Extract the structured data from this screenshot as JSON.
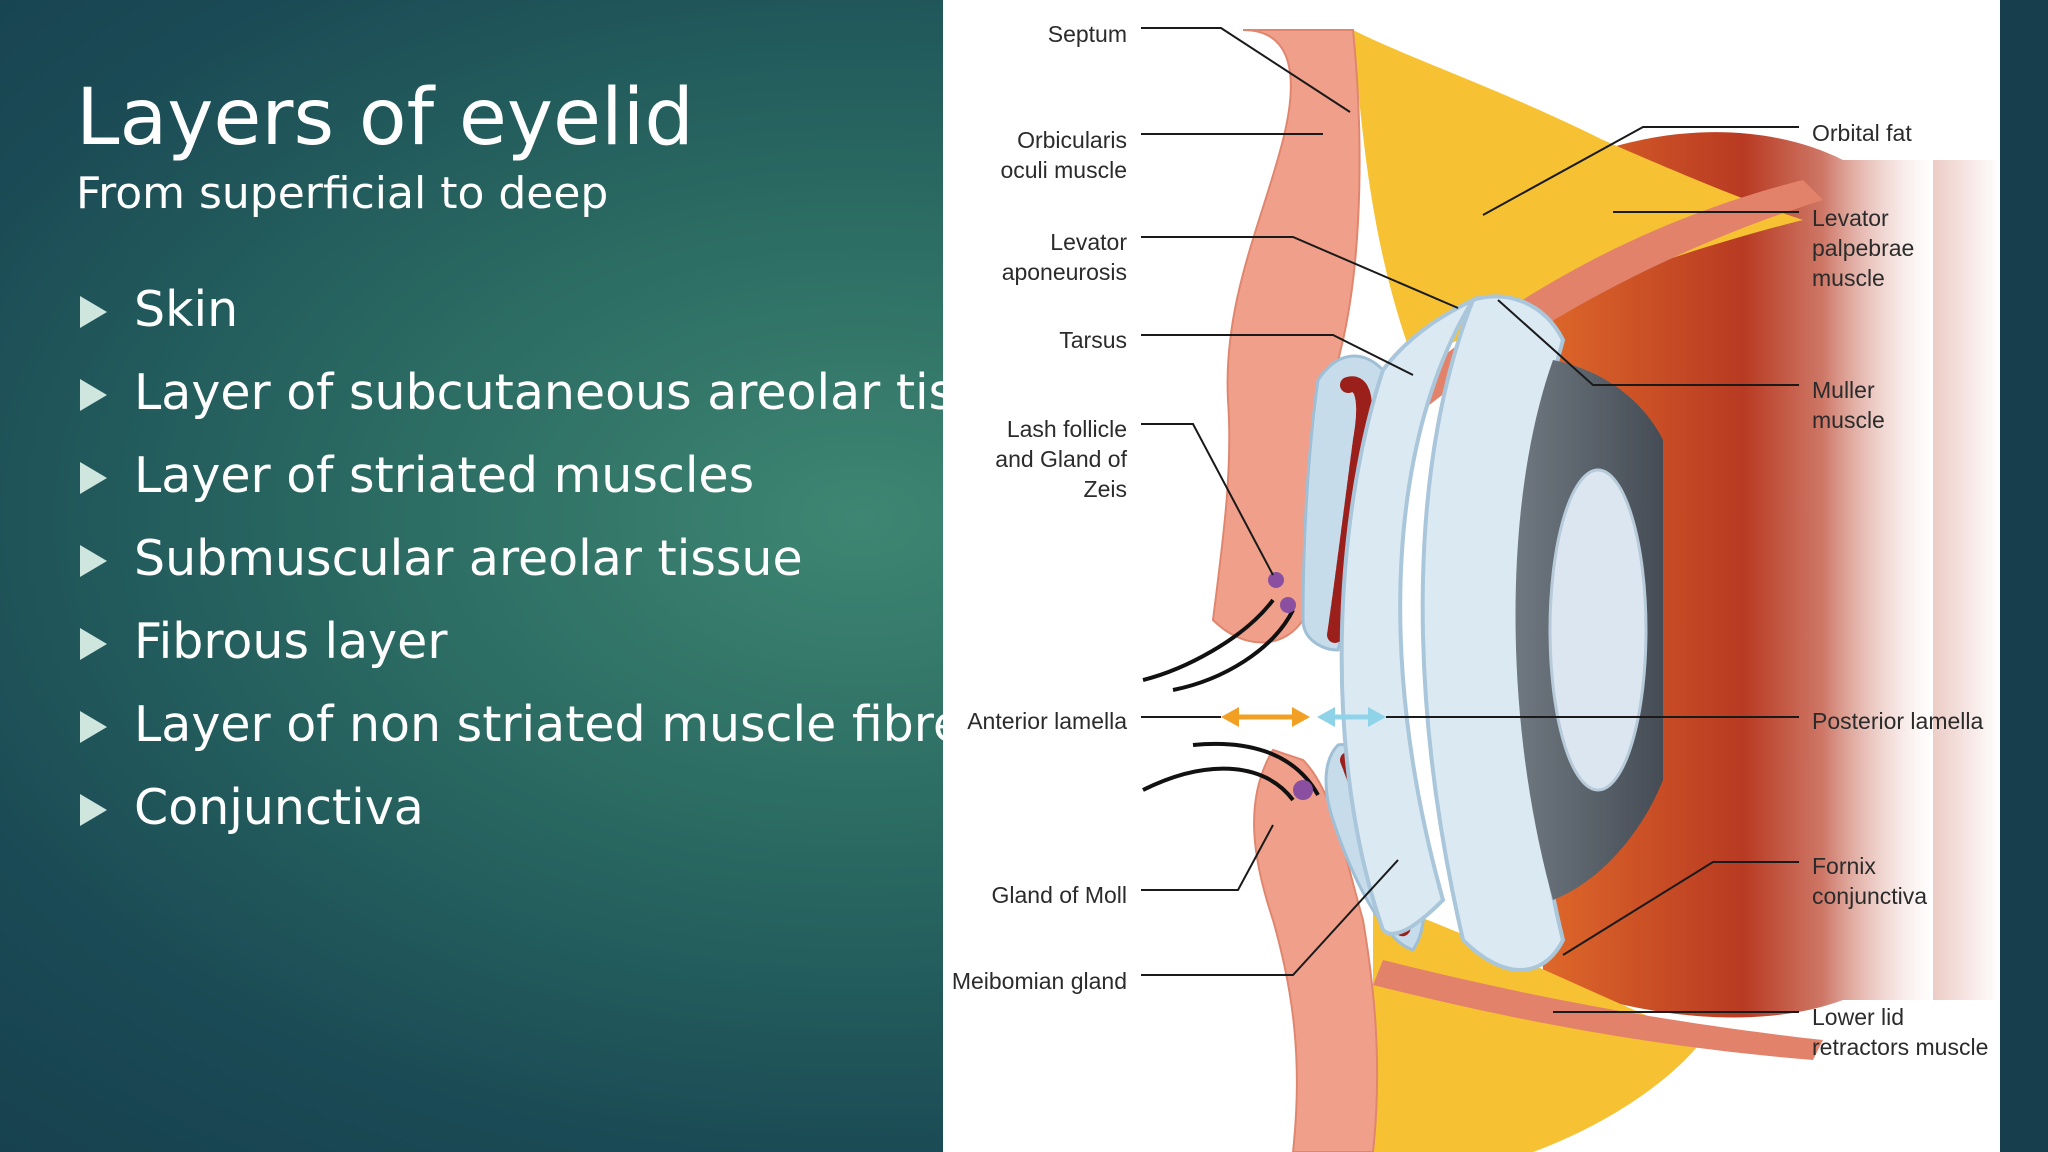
{
  "slide": {
    "title": "Layers of eyelid",
    "subtitle": "From superficial to deep",
    "bullets": [
      "Skin",
      "Layer of subcutaneous areolar tissue",
      "Layer of striated muscles",
      "Submuscular areolar tissue",
      "Fibrous layer",
      "Layer of non striated muscle fibres",
      "Conjunctiva"
    ],
    "colors": {
      "accent": "#cfe6df",
      "background_dark": "#163d4c",
      "background_light": "#3e8672"
    }
  },
  "figure": {
    "labels_left": {
      "septum": "Septum",
      "orbicularis_1": "Orbicularis",
      "orbicularis_2": "oculi muscle",
      "levator_apo_1": "Levator",
      "levator_apo_2": "aponeurosis",
      "tarsus": "Tarsus",
      "lash_1": "Lash follicle",
      "lash_2": "and Gland of",
      "lash_3": "Zeis",
      "anterior_lamella": "Anterior lamella",
      "gland_moll": "Gland of Moll",
      "meibomian": "Meibomian gland"
    },
    "labels_right": {
      "orbital_fat": "Orbital fat",
      "levator_musc_1": "Levator",
      "levator_musc_2": "palpebrae",
      "levator_musc_3": "muscle",
      "muller_1": "Muller",
      "muller_2": "muscle",
      "posterior_lamella": "Posterior lamella",
      "fornix_1": "Fornix",
      "fornix_2": "conjunctiva",
      "lower_lid_1": "Lower lid",
      "lower_lid_2": "retractors muscle"
    }
  }
}
